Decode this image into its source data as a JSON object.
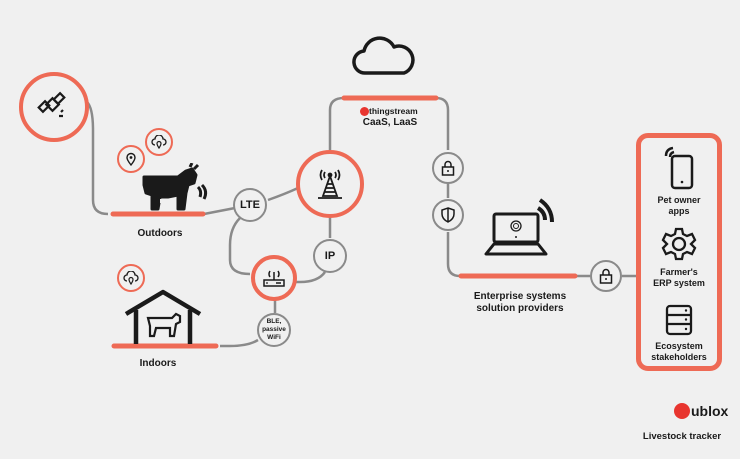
{
  "colors": {
    "accent": "#ee6a55",
    "line": "#8a8a8a",
    "background": "#f0f0f0",
    "text": "#1a1a1a",
    "brand": "#e8352f"
  },
  "nodes": {
    "satellite": {
      "icon": "satellite-icon"
    },
    "location_pin": {
      "icon": "location-pin-icon"
    },
    "cloud_location": {
      "icon": "cloud-location-icon"
    },
    "lte": {
      "label": "LTE"
    },
    "cell_tower": {
      "icon": "cell-tower-icon"
    },
    "ip": {
      "label": "IP"
    },
    "router": {
      "icon": "wifi-router-icon"
    },
    "ble": {
      "label": "BLE, passive WiFi"
    },
    "lock_1": {
      "icon": "lock-icon"
    },
    "shield": {
      "icon": "shield-icon"
    },
    "lock_2": {
      "icon": "lock-icon"
    }
  },
  "labels": {
    "outdoors": "Outdoors",
    "indoors": "Indoors",
    "thingstream": "thingstream",
    "caas_laas": "CaaS, LaaS",
    "enterprise_1": "Enterprise systems",
    "enterprise_2": "solution providers"
  },
  "panel": {
    "items": [
      {
        "icon": "smartphone-icon",
        "label_1": "Pet owner",
        "label_2": "apps"
      },
      {
        "icon": "gear-icon",
        "label_1": "Farmer's",
        "label_2": "ERP system"
      },
      {
        "icon": "server-icon",
        "label_1": "Ecosystem",
        "label_2": "stakeholders"
      }
    ]
  },
  "brand": {
    "logo": "ublox",
    "caption": "Livestock tracker"
  }
}
